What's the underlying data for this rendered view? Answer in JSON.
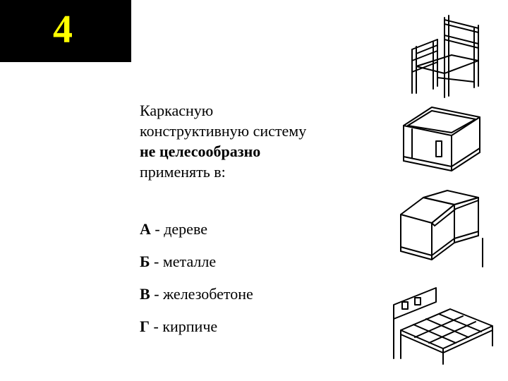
{
  "slide_number": "4",
  "question": {
    "line1": "Каркасную",
    "line2": "конструктивную систему",
    "line3_bold": "не целесообразно",
    "line4": "применять в:"
  },
  "answers": [
    {
      "letter": "А",
      "text": " - дереве"
    },
    {
      "letter": "Б",
      "text": " - металле"
    },
    {
      "letter": "В",
      "text": " - железобетоне"
    },
    {
      "letter": "Г",
      "text": " - кирпиче"
    }
  ],
  "illustrations": [
    "frame-skeleton-icon",
    "box-module-icon",
    "double-box-module-icon",
    "slab-grid-frame-icon"
  ],
  "colors": {
    "number_bg": "#000000",
    "number_fg": "#ffff00"
  }
}
